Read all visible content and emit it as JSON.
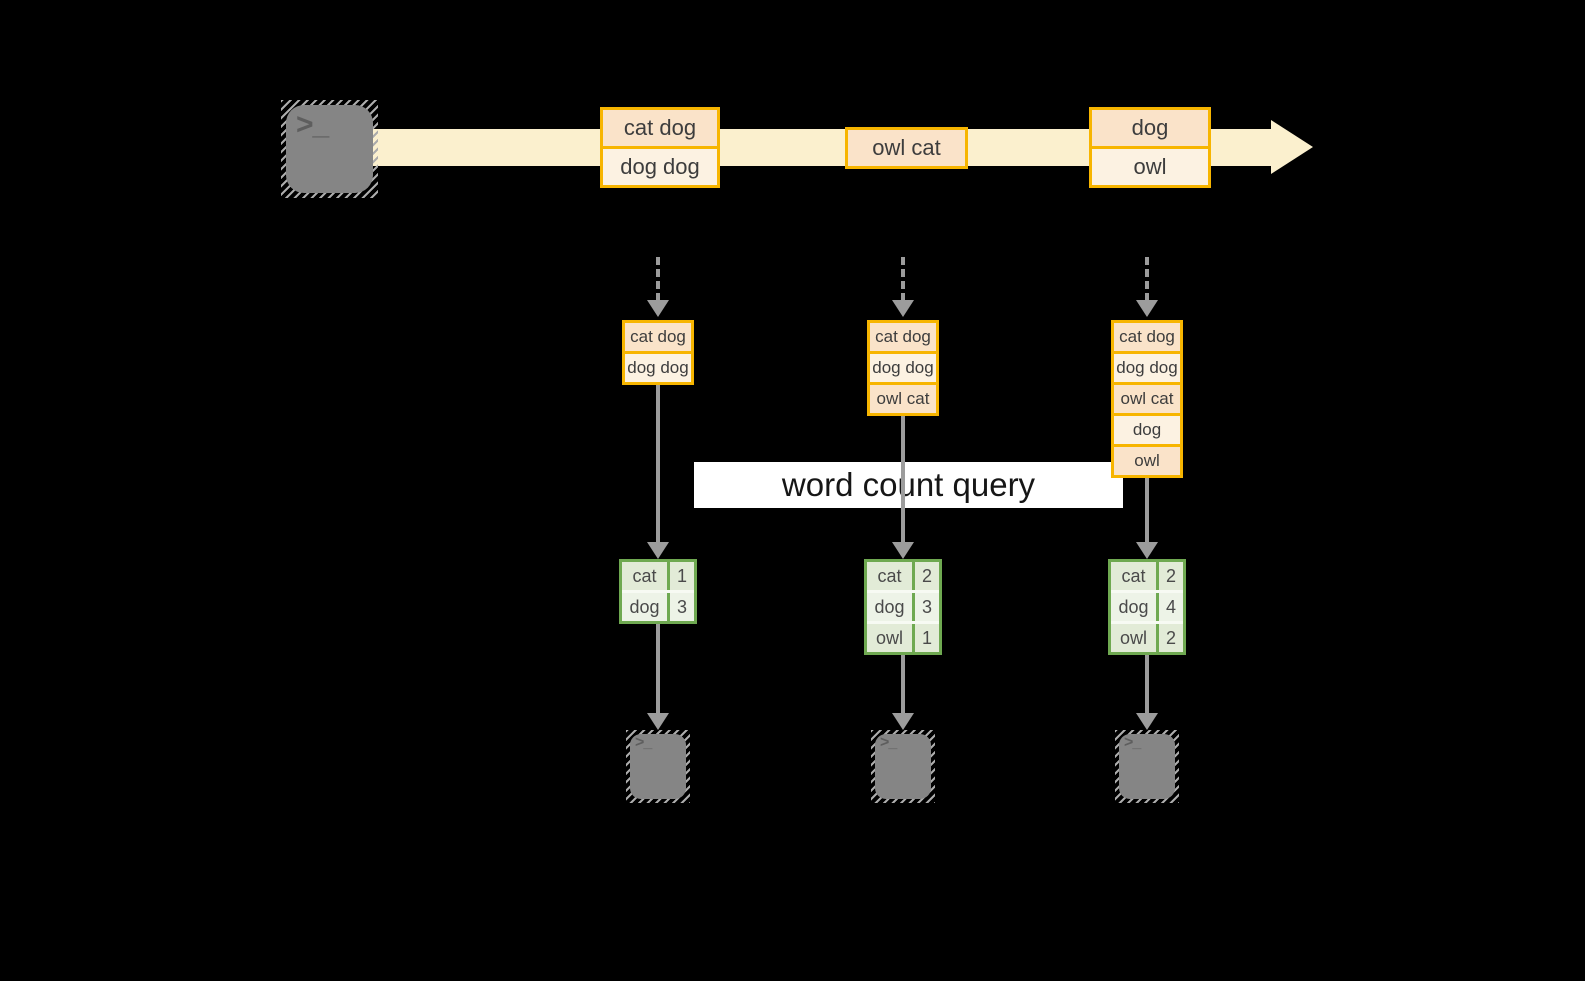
{
  "colors": {
    "background": "#000000",
    "stream_fill": "#FBF0CE",
    "box_border": "#F7B500",
    "box_fill_peach": "#FAE3C9",
    "box_fill_cream": "#FCF2E2",
    "table_border": "#6FA951",
    "cell_fill_dark": "#E2EBD7",
    "cell_fill_light": "#EDF3E7",
    "arrow_gray": "#9C9C9C",
    "terminal_gray": "#858585",
    "query_bg": "#FFFFFF"
  },
  "terminal": {
    "glyph": ">_"
  },
  "stream": {
    "groups": [
      {
        "items": [
          "cat dog",
          "dog dog"
        ]
      },
      {
        "items": [
          "owl cat"
        ]
      },
      {
        "items": [
          "dog",
          "owl"
        ]
      }
    ]
  },
  "query": {
    "label": "word count query"
  },
  "columns": [
    {
      "buffer": [
        "cat dog",
        "dog dog"
      ],
      "counts": [
        {
          "word": "cat",
          "count": "1"
        },
        {
          "word": "dog",
          "count": "3"
        }
      ]
    },
    {
      "buffer": [
        "cat dog",
        "dog dog",
        "owl cat"
      ],
      "counts": [
        {
          "word": "cat",
          "count": "2"
        },
        {
          "word": "dog",
          "count": "3"
        },
        {
          "word": "owl",
          "count": "1"
        }
      ]
    },
    {
      "buffer": [
        "cat dog",
        "dog dog",
        "owl cat",
        "dog",
        "owl"
      ],
      "counts": [
        {
          "word": "cat",
          "count": "2"
        },
        {
          "word": "dog",
          "count": "4"
        },
        {
          "word": "owl",
          "count": "2"
        }
      ]
    }
  ]
}
